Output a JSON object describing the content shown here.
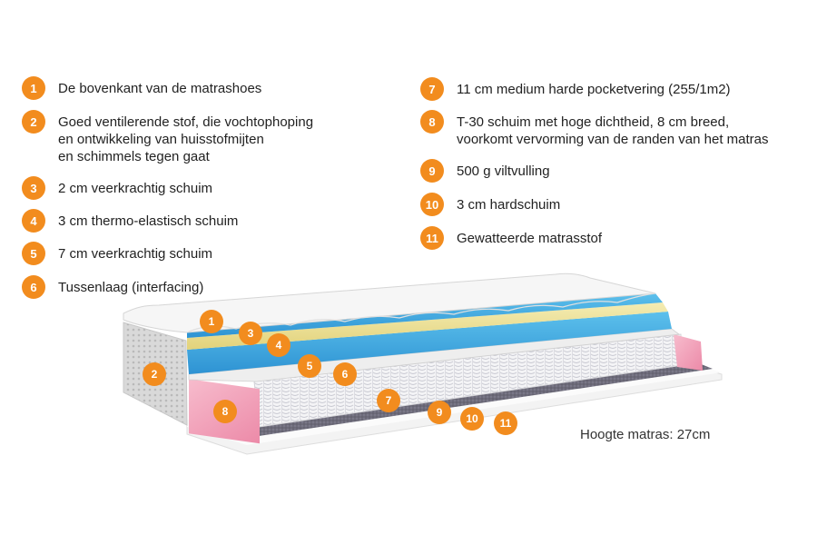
{
  "legend_left": [
    {
      "num": "1",
      "text": "De bovenkant van de matrashoes"
    },
    {
      "num": "2",
      "text": "Goed ventilerende stof, die vochtophoping\nen ontwikkeling van huisstofmijten\nen schimmels tegen gaat"
    },
    {
      "num": "3",
      "text": "2 cm veerkrachtig schuim"
    },
    {
      "num": "4",
      "text": "3 cm thermo-elastisch schuim"
    },
    {
      "num": "5",
      "text": "7 cm veerkrachtig schuim"
    },
    {
      "num": "6",
      "text": "Tussenlaag (interfacing)"
    }
  ],
  "legend_right": [
    {
      "num": "7",
      "text": "11 cm medium harde pocketvering (255/1m2)"
    },
    {
      "num": "8",
      "text": "T-30 schuim met hoge dichtheid, 8 cm breed,\nvoorkomt vervorming van de randen van het matras"
    },
    {
      "num": "9",
      "text": "500 g viltvulling"
    },
    {
      "num": "10",
      "text": "3 cm hardschuim"
    },
    {
      "num": "11",
      "text": "Gewatteerde matrasstof"
    }
  ],
  "markers": [
    "1",
    "2",
    "3",
    "4",
    "5",
    "6",
    "7",
    "8",
    "9",
    "10",
    "11"
  ],
  "height_label": "Hoogte matras: 27cm",
  "colors": {
    "badge": "#f28c1e",
    "blue_foam": "#3aa7df",
    "yellow_foam": "#efe39a",
    "pink_foam": "#f3a6be",
    "felt": "#6b6a78",
    "fabric": "#ececec"
  }
}
